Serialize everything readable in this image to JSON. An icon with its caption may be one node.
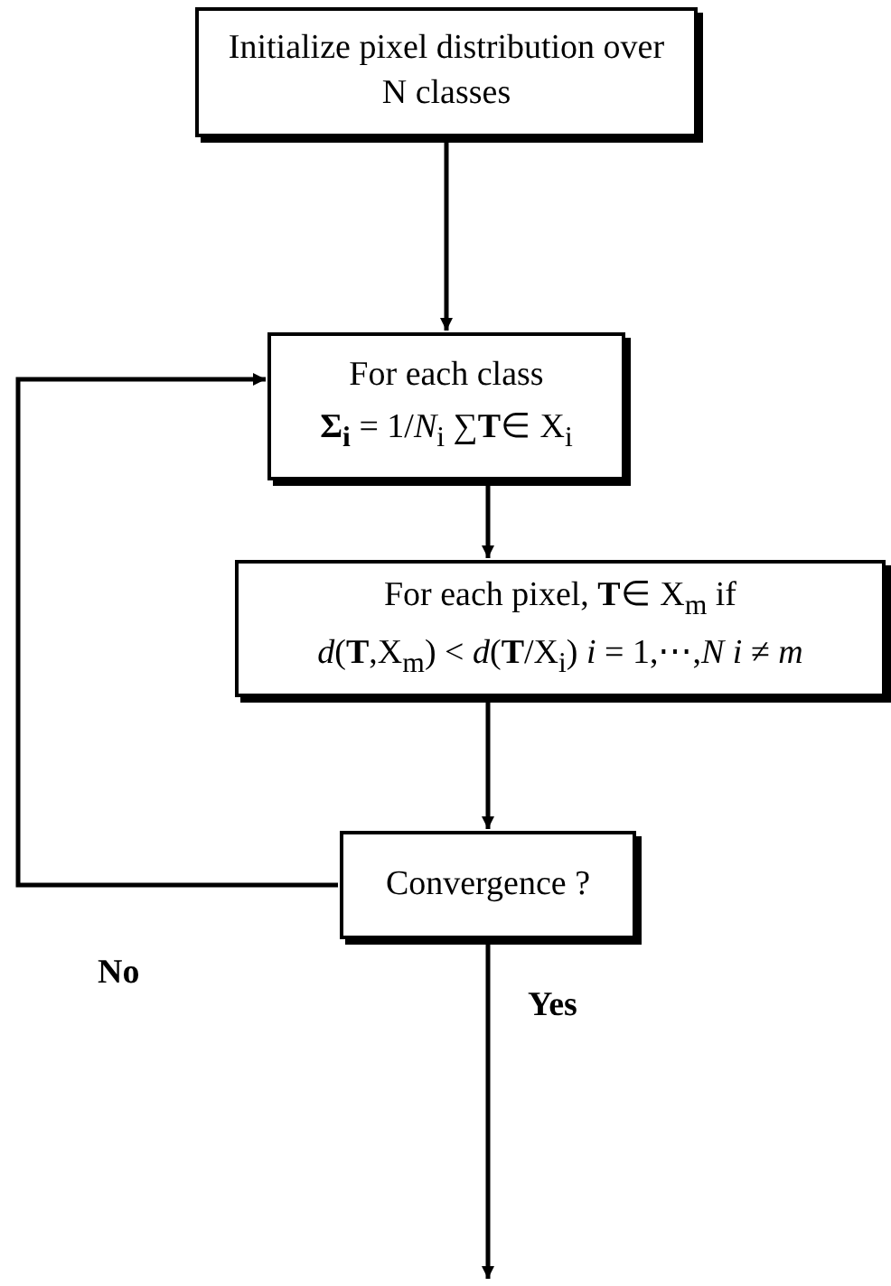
{
  "diagram": {
    "nodes": [
      {
        "text": [
          "Initialize pixel distribution over N classes"
        ]
      },
      {
        "text": [
          "For each class",
          "**Σ$_{i}$** = 1/*N*$_{i}$ ∑**T**∈ X$_{i}$"
        ]
      },
      {
        "text": [
          "For each pixel,  **T**∈ X$_{m}$  if",
          "*d*(**T**,X$_{m}$) < *d*(**T**/X$_{i}$)  *i* = 1,⋯,*N*  *i* ≠ *m*"
        ]
      },
      {
        "text": [
          "Convergence ?"
        ]
      }
    ],
    "edges": [
      {
        "from": 0,
        "to": 1,
        "arrow": "to"
      },
      {
        "from": 1,
        "to": 2,
        "arrow": "to"
      },
      {
        "from": 2,
        "to": 3,
        "arrow": "to"
      },
      {
        "from": 3,
        "to": 1,
        "arrow": "to",
        "label": "No"
      },
      {
        "from": 3,
        "to": null,
        "arrow": "to",
        "label": "Yes"
      }
    ]
  }
}
